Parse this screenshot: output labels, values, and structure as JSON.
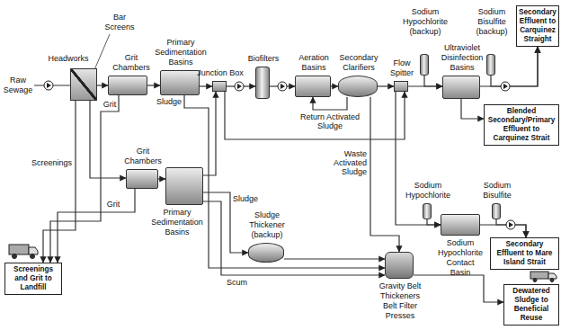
{
  "diagram": {
    "nodes": [
      {
        "text": [
          "Headworks"
        ]
      },
      {
        "text": [
          "Grit Chambers"
        ]
      },
      {
        "text": [
          "Primary Sedimentation Basins"
        ]
      },
      {
        "text": [
          "Junction Box"
        ]
      },
      {
        "text": [
          "Biofilters"
        ]
      },
      {
        "text": [
          "Aeration Basins"
        ]
      },
      {
        "text": [
          "Secondary Clarifiers"
        ]
      },
      {
        "text": [
          "Flow Spitter"
        ]
      },
      {
        "text": [
          "Sodium Hypochlorite (backup)"
        ]
      },
      {
        "text": [
          "Ultraviolet Disinfection Basins"
        ]
      },
      {
        "text": [
          "Sodium Bisulfite (backup)"
        ]
      },
      {
        "text": [
          "Secondary Effluent to Carquinez Straight"
        ]
      },
      {
        "text": [
          "Blended Secondary/Primary Effluent to Carquinez Strait"
        ]
      },
      {
        "text": [
          "Grit Chambers"
        ]
      },
      {
        "text": [
          "Primary Sedimentation Basins"
        ]
      },
      {
        "text": [
          "Sludge Thickener (backup)"
        ]
      },
      {
        "text": [
          "Gravity Belt Thickeners Belt Filter Presses"
        ]
      },
      {
        "text": [
          "Screenings and Grit to Landfill"
        ]
      },
      {
        "text": [
          "Sodium Hypochlorite"
        ]
      },
      {
        "text": [
          "Sodium Hypochlorite Contact Basin"
        ]
      },
      {
        "text": [
          "Sodium Bisulfite"
        ]
      },
      {
        "text": [
          "Secondary Effluent to Mare Island Strait"
        ]
      },
      {
        "text": [
          "Dewatered Sludge to Beneficial Reuse"
        ]
      }
    ],
    "edges": [
      {
        "from": 0,
        "to": 1,
        "arrow": "to"
      },
      {
        "from": 1,
        "to": 2,
        "arrow": "to"
      },
      {
        "from": 2,
        "to": 3,
        "arrow": "to"
      },
      {
        "from": 3,
        "to": 4,
        "arrow": "to"
      },
      {
        "from": 4,
        "to": 5,
        "arrow": "to"
      },
      {
        "from": 5,
        "to": 6,
        "arrow": "to"
      },
      {
        "from": 6,
        "to": 7,
        "arrow": "to"
      },
      {
        "from": 7,
        "to": 9,
        "arrow": "to"
      },
      {
        "from": 8,
        "to": 9,
        "arrow": "to"
      },
      {
        "from": 9,
        "to": 11,
        "arrow": "to"
      },
      {
        "from": 9,
        "to": 12,
        "arrow": "to"
      },
      {
        "from": 10,
        "to": 11,
        "arrow": "to"
      },
      {
        "from": 6,
        "to": 5,
        "label": "Return Activated Sludge",
        "arrow": "to"
      },
      {
        "from": 6,
        "to": 16,
        "label": "Waste Activated Sludge",
        "arrow": "to"
      },
      {
        "from": 0,
        "to": 13,
        "arrow": "to"
      },
      {
        "from": 13,
        "to": 14,
        "arrow": "to"
      },
      {
        "from": 14,
        "to": 3,
        "arrow": "to"
      },
      {
        "from": 0,
        "to": 17,
        "label": "Screenings",
        "arrow": "to"
      },
      {
        "from": 1,
        "to": 17,
        "label": "Grit",
        "arrow": "to"
      },
      {
        "from": 13,
        "to": 17,
        "label": "Grit",
        "arrow": "to"
      },
      {
        "from": 2,
        "to": 16,
        "label": "Sludge",
        "arrow": "to"
      },
      {
        "from": 14,
        "to": 15,
        "label": "Sludge",
        "arrow": "to"
      },
      {
        "from": 14,
        "to": 16,
        "label": "Scum",
        "arrow": "to"
      },
      {
        "from": 15,
        "to": 16,
        "arrow": "to"
      },
      {
        "from": 3,
        "to": 7,
        "arrow": "to"
      },
      {
        "from": 7,
        "to": 19,
        "arrow": "to"
      },
      {
        "from": 18,
        "to": 19,
        "arrow": "to"
      },
      {
        "from": 19,
        "to": 21,
        "arrow": "to"
      },
      {
        "from": 20,
        "to": 21,
        "arrow": "to"
      },
      {
        "from": 16,
        "to": 22,
        "arrow": "to"
      }
    ],
    "labels": [
      "Raw Sewage",
      "Bar Screens"
    ]
  }
}
